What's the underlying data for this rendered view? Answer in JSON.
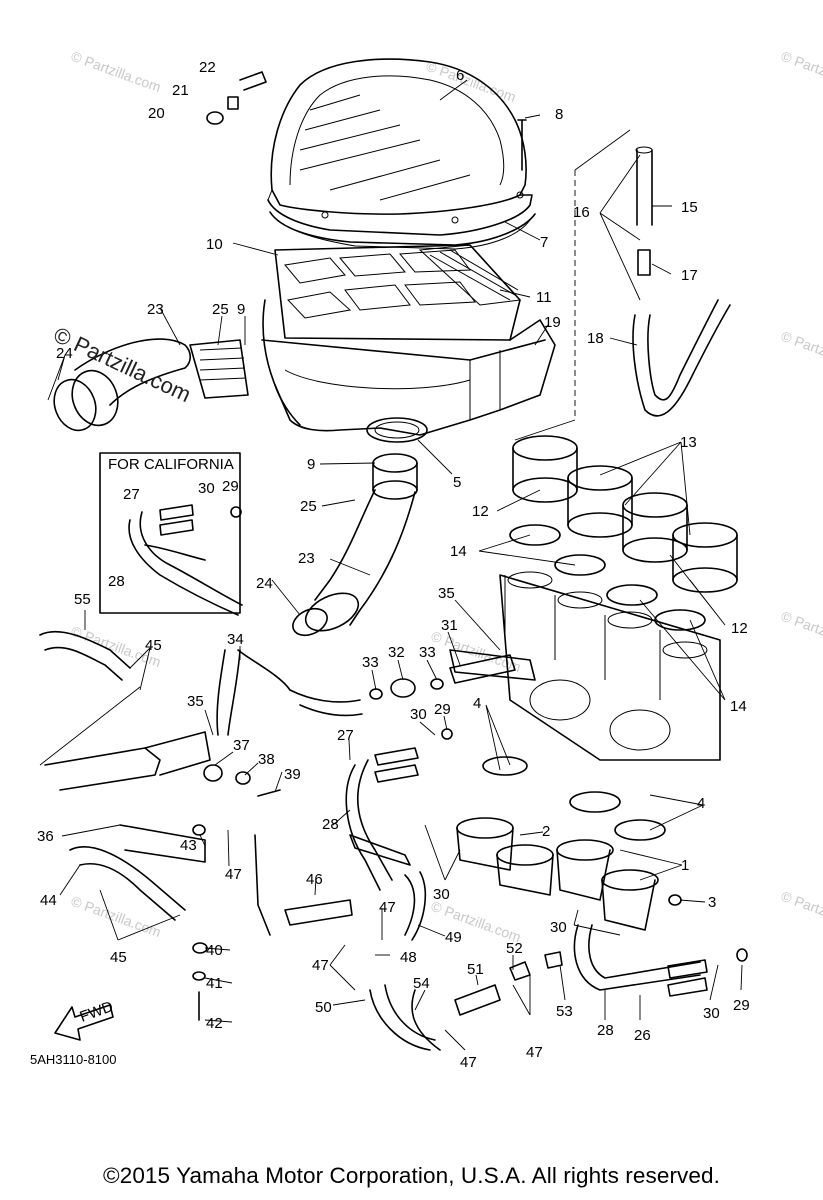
{
  "diagram": {
    "box_title": "FOR CALIFORNIA",
    "arrow_label": "FWD",
    "code": "5AH3110-8100",
    "watermark_main": "© Partzilla.com",
    "watermark_small": "© Partzilla.com",
    "labels": [
      "1",
      "2",
      "3",
      "4",
      "5",
      "6",
      "7",
      "8",
      "9",
      "10",
      "11",
      "12",
      "13",
      "14",
      "15",
      "16",
      "17",
      "18",
      "19",
      "20",
      "21",
      "22",
      "23",
      "24",
      "25",
      "26",
      "27",
      "28",
      "29",
      "30",
      "31",
      "32",
      "33",
      "34",
      "35",
      "36",
      "37",
      "38",
      "39",
      "40",
      "41",
      "42",
      "43",
      "44",
      "45",
      "46",
      "47",
      "48",
      "49",
      "50",
      "51",
      "52",
      "53",
      "54",
      "55"
    ]
  },
  "footer": {
    "copyright": "©2015  Yamaha Motor Corporation, U.S.A. All rights reserved."
  }
}
